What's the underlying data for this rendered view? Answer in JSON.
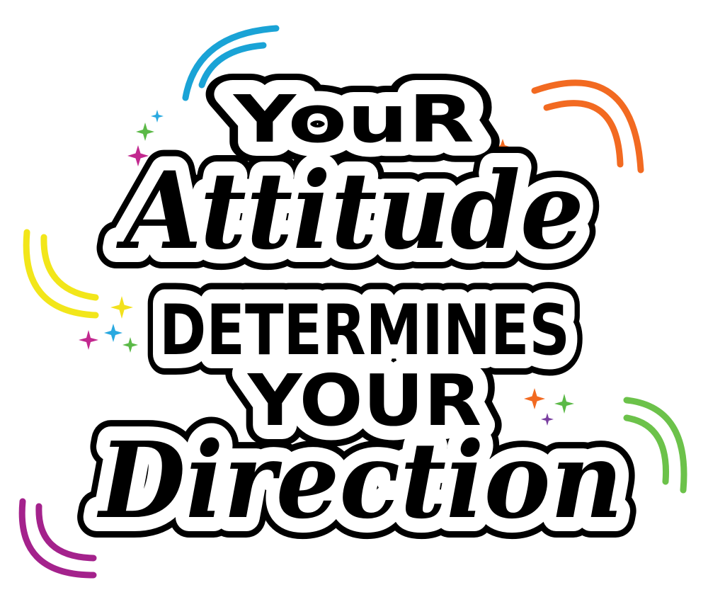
{
  "lines": [
    {
      "text": "YouR",
      "style": "sans"
    },
    {
      "text": "Attitude",
      "style": "script"
    },
    {
      "text": "DETERMINES",
      "style": "sans"
    },
    {
      "text": "YOUR",
      "style": "sans"
    },
    {
      "text": "Direction",
      "style": "script"
    }
  ],
  "colors": {
    "text": "#000000",
    "outline": "#000000",
    "halo": "#ffffff",
    "arc_blue": "#1aa3d6",
    "arc_orange": "#f26a21",
    "arc_yellow": "#f2e61a",
    "arc_green": "#6cc24a",
    "arc_magenta": "#a4228c",
    "star_green": "#5bb947",
    "star_magenta": "#c2288f",
    "star_blue": "#29a9e0",
    "star_yellow": "#f2e11d",
    "star_orange": "#f26a21",
    "star_purple": "#7a3fa0"
  }
}
